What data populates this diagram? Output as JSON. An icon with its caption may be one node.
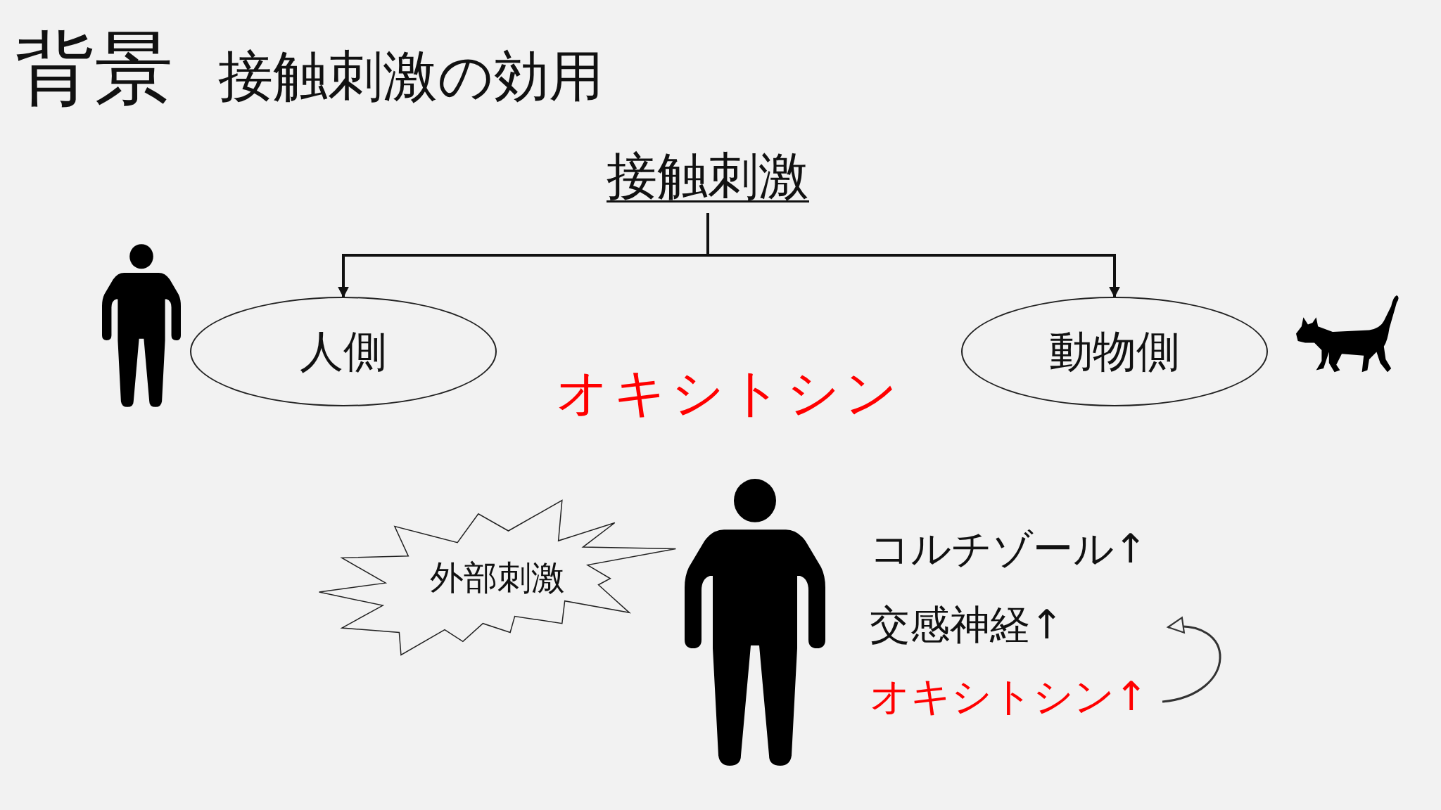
{
  "diagram": {
    "title": "背景",
    "nodes": [
      {
        "text": [
          "接触刺激"
        ]
      },
      {
        "text": [
          "人側"
        ]
      },
      {
        "text": [
          "動物側"
        ]
      },
      {
        "text": [
          "外部刺激"
        ]
      },
      {
        "text": [
          "コルチゾール↑"
        ]
      },
      {
        "text": [
          "交感神経↑"
        ]
      },
      {
        "text": [
          "オキシトシン↑"
        ]
      }
    ],
    "edges": [
      {
        "from": 0,
        "to": 1,
        "arrow": "to"
      },
      {
        "from": 0,
        "to": 2,
        "arrow": "to"
      }
    ],
    "labels": [
      "接触刺激の効用",
      "オキシトシン"
    ]
  }
}
